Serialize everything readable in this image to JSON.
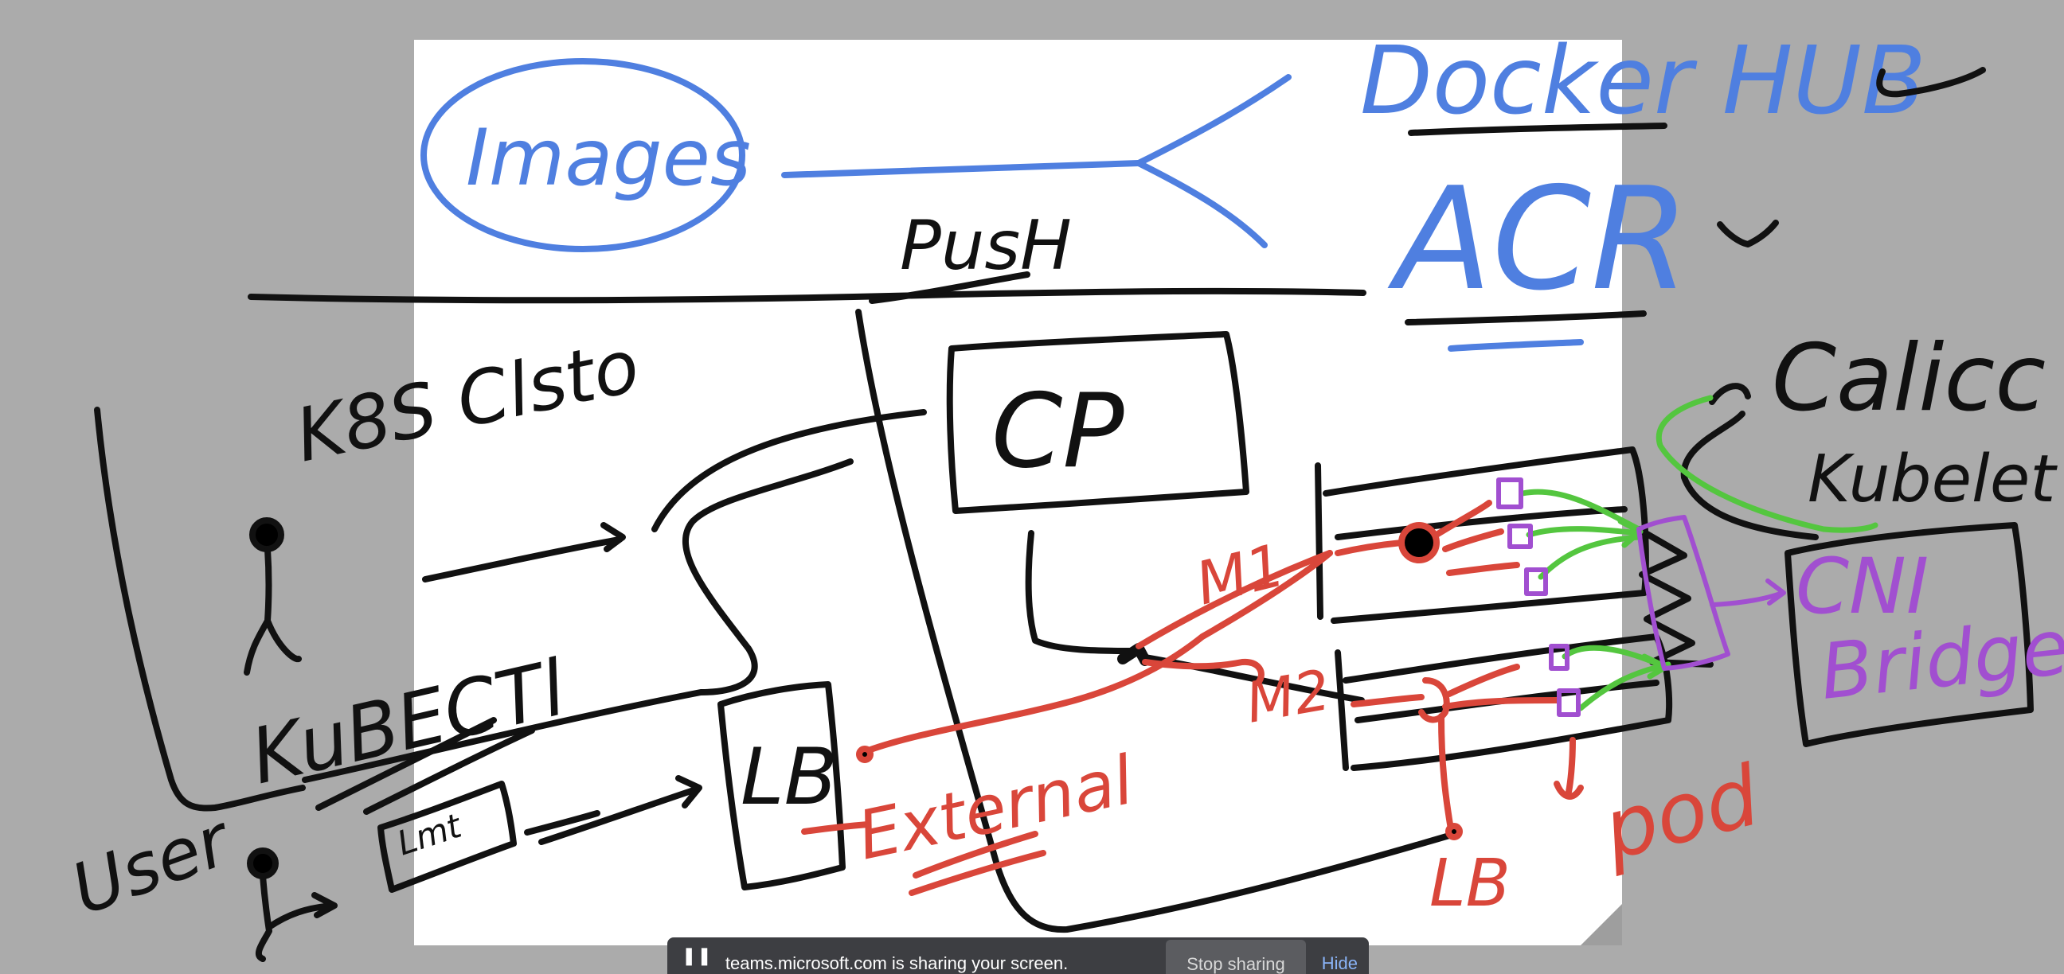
{
  "whiteboard": {
    "labels": {
      "images": "Images",
      "docker_hub": "Docker HUB",
      "push": "PusH",
      "acr": "ACR",
      "k8s_cluster": "K8S Clsto",
      "cp": "CP",
      "kubectl": "KuBECTl",
      "user": "User",
      "lb_left": "LB",
      "external": "External",
      "m1": "M1",
      "m2": "M2",
      "pod": "pod",
      "lb_bottom": "LB",
      "calico": "Calicc",
      "kubelet": "Kubelet",
      "cni": "CNI",
      "bridge": "Bridge",
      "cmd_box": "Lmt"
    },
    "colors": {
      "blue": "#4f7fe0",
      "black": "#111111",
      "red": "#d9463a",
      "green": "#54c63f",
      "purple": "#a14fd0"
    }
  },
  "share_bar": {
    "pause_icon": "pause-icon",
    "message": "teams.microsoft.com is sharing your screen.",
    "stop_label": "Stop sharing",
    "hide_label": "Hide"
  }
}
